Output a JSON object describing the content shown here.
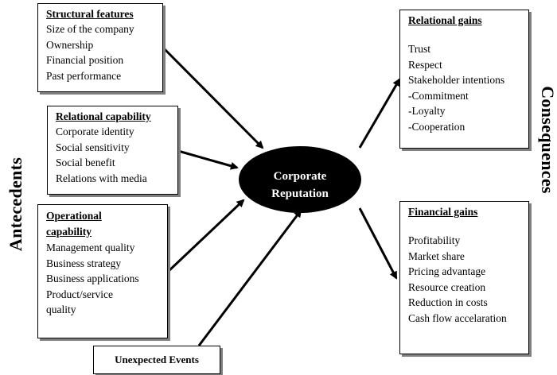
{
  "antecedents_label": "Antecedents",
  "consequences_label": "Consequences",
  "center": {
    "line1": "Corporate",
    "line2": "Reputation"
  },
  "structural": {
    "title": "Structural features",
    "items": [
      "Size of the company",
      "Ownership",
      "Financial position",
      "Past performance"
    ]
  },
  "relational_capability": {
    "title": "Relational capability",
    "items": [
      "Corporate identity",
      "Social sensitivity",
      "Social benefit",
      "Relations with media"
    ]
  },
  "operational_capability": {
    "title_line1": "Operational",
    "title_line2": "capability",
    "items": [
      "Management quality",
      "Business strategy",
      "Business applications",
      "Product/service",
      "quality"
    ]
  },
  "unexpected_events": {
    "label": "Unexpected Events"
  },
  "relational_gains": {
    "title": "Relational gains",
    "items": [
      "Trust",
      "Respect",
      "Stakeholder intentions",
      "-Commitment",
      "-Loyalty",
      "-Cooperation"
    ]
  },
  "financial_gains": {
    "title": "Financial gains",
    "items": [
      "Profitability",
      "Market share",
      "Pricing advantage",
      "Resource creation",
      "Reduction in costs",
      "Cash flow accelaration"
    ]
  }
}
